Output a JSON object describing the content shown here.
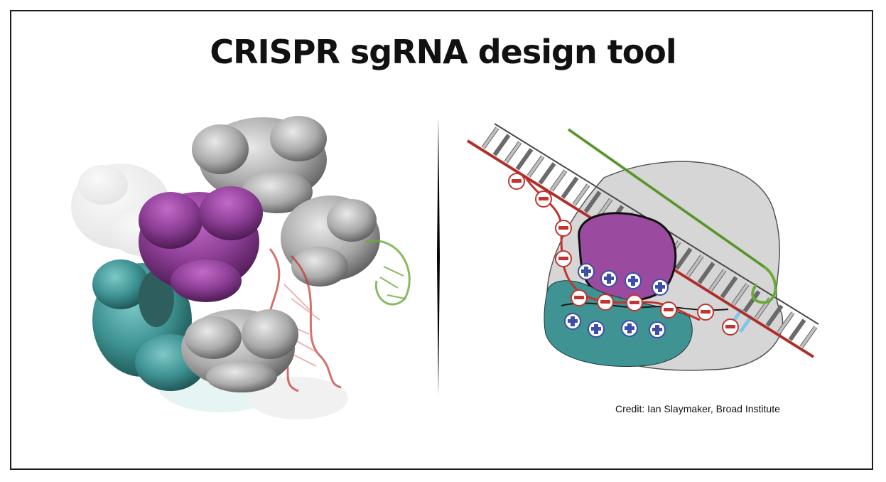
{
  "title": "CRISPR sgRNA design tool",
  "credit": "Credit: Ian Slaymaker, Broad Institute",
  "colors": {
    "border": "#1a1a1a",
    "purple_domain": "#8e3f96",
    "teal_domain": "#3f9393",
    "gray_domain": "#9a9a9a",
    "rna_strand": "#c0352f",
    "guide_strand": "#6aaa3a",
    "negative_charge": "#c0352f",
    "positive_charge": "#3d4fa6",
    "highlight": "#7fc7e8"
  },
  "icons": [
    "protein-surface-left",
    "mechanism-diagram-right",
    "minus-charge-icon",
    "plus-charge-icon"
  ]
}
